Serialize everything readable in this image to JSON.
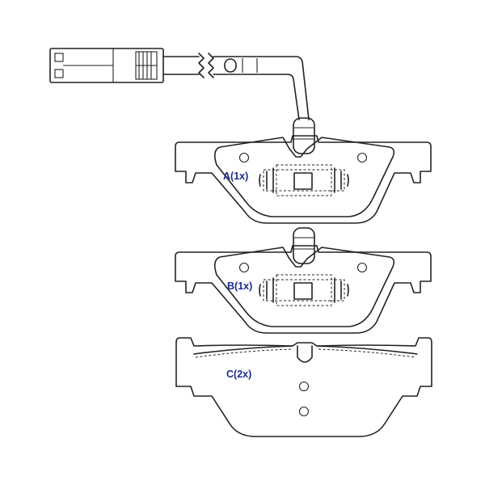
{
  "labels": {
    "pad_a": "A(1x)",
    "pad_b": "B(1x)",
    "pad_c": "C(2x)"
  },
  "colors": {
    "label": "#1c2b8c",
    "line": "#222222",
    "background": "#ffffff"
  }
}
